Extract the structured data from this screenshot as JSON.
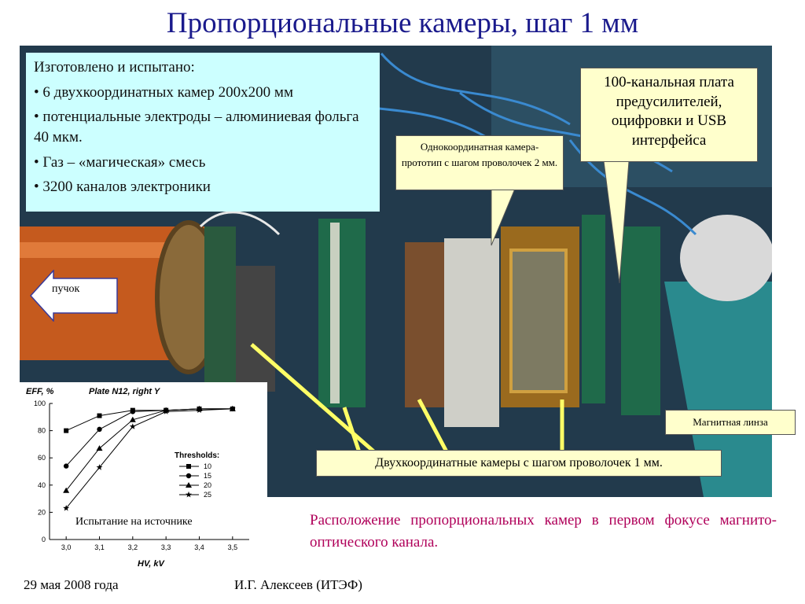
{
  "title": "Пропорциональные камеры, шаг 1 мм",
  "info_box": {
    "heading": "Изготовлено и испытано:",
    "items": [
      "• 6 двухкоординатных камер 200х200 мм",
      "• потенциальные электроды – алюминиевая фольга 40 мкм.",
      "• Газ – «магическая» смесь",
      "• 3200 каналов электроники"
    ]
  },
  "callouts": {
    "board": "100-канальная плата предусилителей, оцифровки и USB интерфейса",
    "prototype": "Однокоординатная камера-прототип с шагом проволочек 2 мм.",
    "beam": "пучок",
    "lens": "Магнитная линза",
    "chambers": "Двухкоординатные камеры с шагом проволочек 1 мм."
  },
  "chart_data": {
    "type": "line",
    "title": "Plate N12, right Y",
    "ylabel": "EFF, %",
    "xlabel": "HV, kV",
    "x_ticks": [
      "3,0",
      "3,1",
      "3,2",
      "3,3",
      "3,4",
      "3,5"
    ],
    "y_ticks": [
      "0",
      "20",
      "40",
      "60",
      "80",
      "100"
    ],
    "xlim": [
      2.95,
      3.55
    ],
    "ylim": [
      0,
      100
    ],
    "legend_title": "Thresholds:",
    "annotation": "Испытание на источнике",
    "series": [
      {
        "name": "10",
        "marker": "square",
        "x": [
          3.0,
          3.1,
          3.2,
          3.3,
          3.4,
          3.5
        ],
        "y": [
          80,
          91,
          95,
          95,
          96,
          96
        ]
      },
      {
        "name": "15",
        "marker": "circle",
        "x": [
          3.0,
          3.1,
          3.2,
          3.3,
          3.4,
          3.5
        ],
        "y": [
          54,
          81,
          94,
          95,
          96,
          96
        ]
      },
      {
        "name": "20",
        "marker": "triangle",
        "x": [
          3.0,
          3.1,
          3.2,
          3.3,
          3.4,
          3.5
        ],
        "y": [
          36,
          67,
          88,
          95,
          96,
          96
        ]
      },
      {
        "name": "25",
        "marker": "star",
        "x": [
          3.0,
          3.1,
          3.2,
          3.3,
          3.4,
          3.5
        ],
        "y": [
          23,
          53,
          83,
          94,
          95,
          96
        ]
      }
    ]
  },
  "caption": "Расположение пропорциональных камер в первом фокусе магнито-оптического канала.",
  "footer": {
    "date": "29 мая 2008 года",
    "author": "И.Г. Алексеев (ИТЭФ)"
  }
}
